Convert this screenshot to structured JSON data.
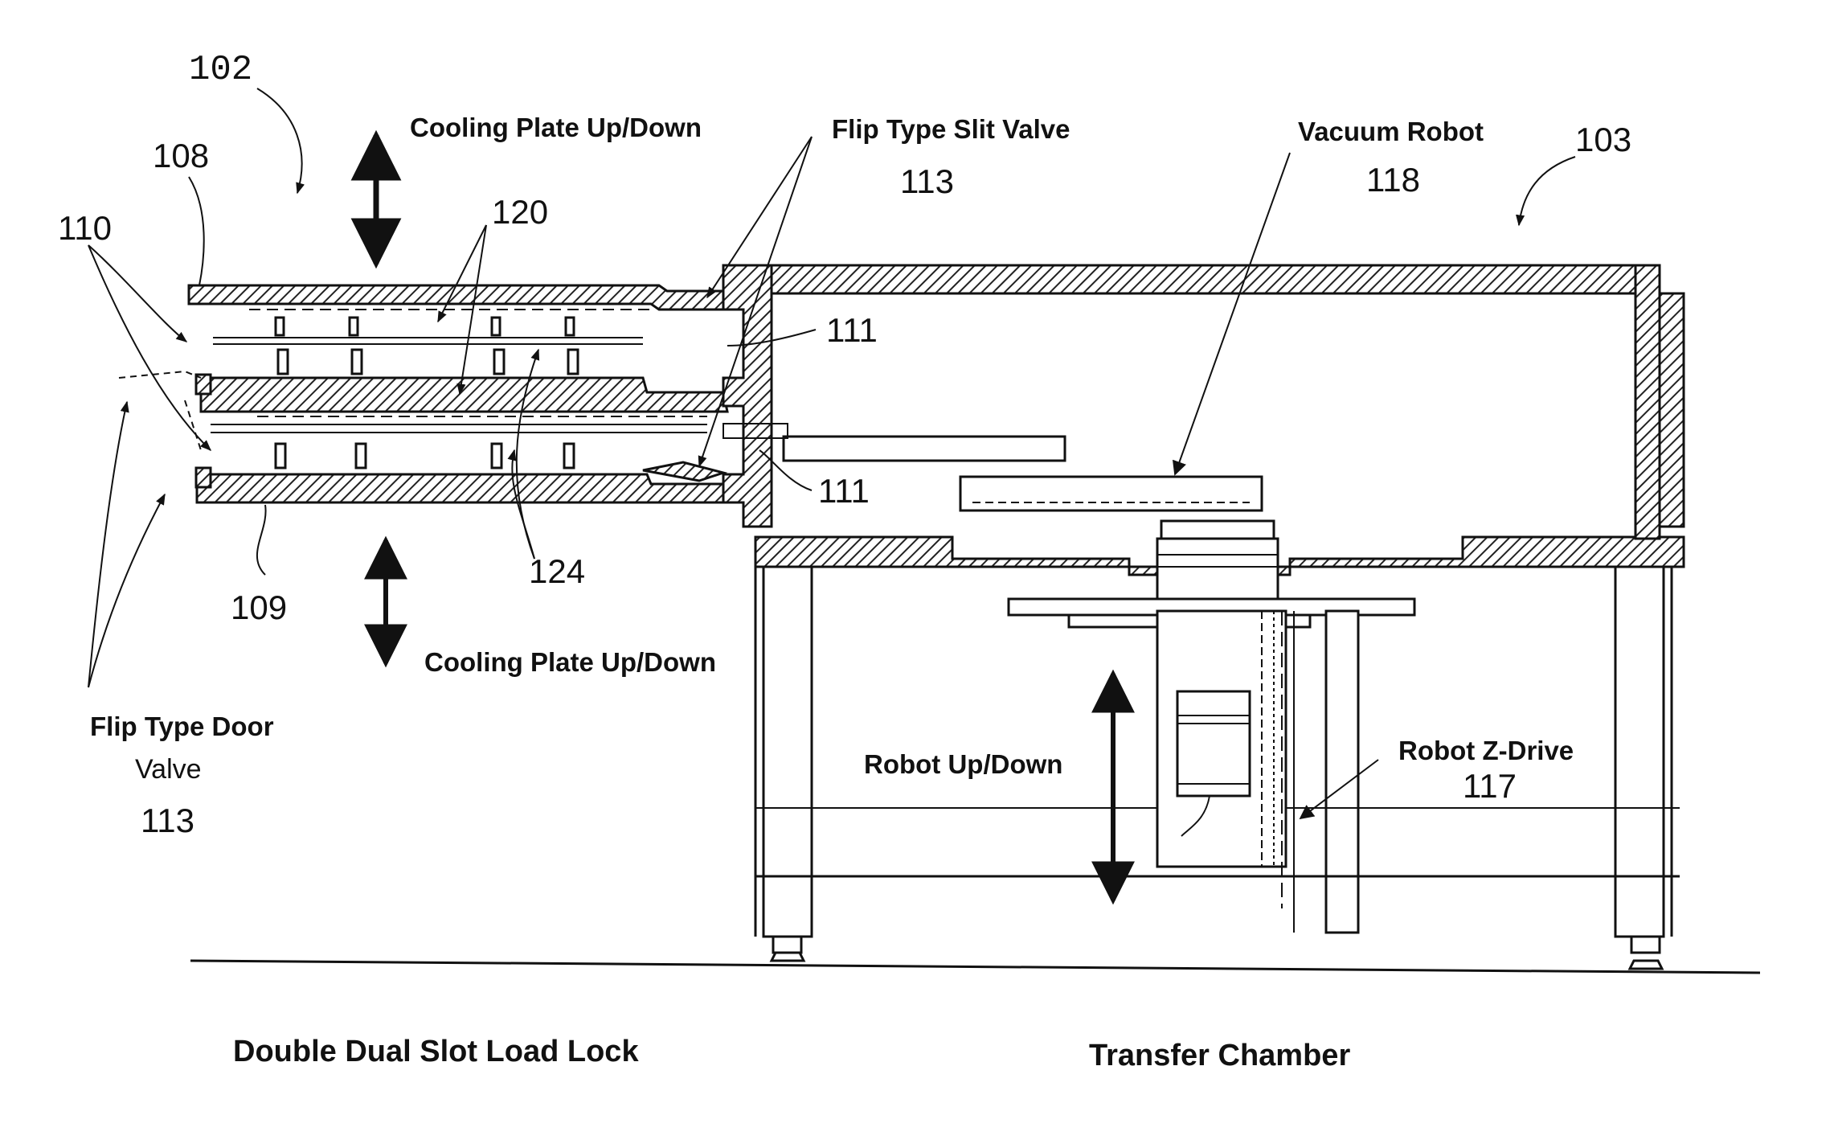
{
  "labels": {
    "ref_102": "102",
    "ref_103": "103",
    "ref_108": "108",
    "ref_110": "110",
    "ref_109": "109",
    "ref_120": "120",
    "ref_124": "124",
    "ref_111_upper": "111",
    "ref_111_lower": "111",
    "cooling_plate_top": "Cooling Plate Up/Down",
    "cooling_plate_bottom": "Cooling Plate Up/Down",
    "flip_slit_valve": "Flip Type Slit Valve",
    "flip_slit_valve_num": "113",
    "vacuum_robot": "Vacuum Robot",
    "vacuum_robot_num": "118",
    "flip_door_line1": "Flip Type Door",
    "flip_door_line2": "Valve",
    "flip_door_num": "113",
    "robot_updown": "Robot Up/Down",
    "robot_zdrive": "Robot Z-Drive",
    "robot_zdrive_num": "117",
    "caption_left": "Double Dual Slot Load Lock",
    "caption_right": "Transfer Chamber"
  }
}
